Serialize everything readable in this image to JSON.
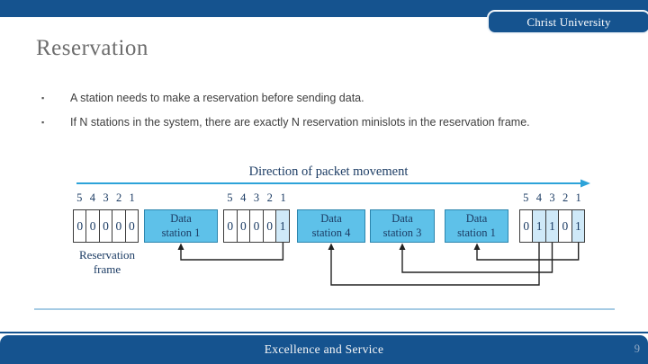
{
  "header": {
    "university": "Christ University"
  },
  "slide": {
    "title": "Reservation",
    "bullet_marker": "▪",
    "bullets": [
      "A station needs to make a reservation before sending data.",
      "If N stations in the system, there are exactly N reservation minislots in the reservation frame."
    ]
  },
  "diagram": {
    "direction_label": "Direction of packet movement",
    "minislot_index_labels": [
      "5",
      "4",
      "3",
      "2",
      "1"
    ],
    "frames": [
      {
        "slots": [
          "0",
          "0",
          "0",
          "0",
          "0"
        ],
        "reserved": [
          false,
          false,
          false,
          false,
          false
        ]
      },
      {
        "slots": [
          "0",
          "0",
          "0",
          "0",
          "1"
        ],
        "reserved": [
          false,
          false,
          false,
          false,
          true
        ]
      },
      {
        "slots": [
          "0",
          "1",
          "1",
          "0",
          "1"
        ],
        "reserved": [
          false,
          true,
          true,
          false,
          true
        ]
      }
    ],
    "stations": [
      {
        "line1": "Data",
        "line2": "station 1"
      },
      {
        "line1": "Data",
        "line2": "station 4"
      },
      {
        "line1": "Data",
        "line2": "station 3"
      },
      {
        "line1": "Data",
        "line2": "station 1"
      }
    ],
    "reservation_frame_label": {
      "line1": "Reservation",
      "line2": "frame"
    }
  },
  "footer": {
    "motto": "Excellence and Service",
    "page_number": "9"
  },
  "theme": {
    "navy": "#15538f",
    "title_gray": "#6d6d6d",
    "body_text": "#3d3d3d",
    "diagram_text": "#1c3c64",
    "station_fill": "#5ec1e9",
    "reserved_fill": "#cfe9f8",
    "arrow_blue": "#2da3d9",
    "connector": "#222222",
    "divider": "#a5cbe4",
    "page_number": "#93aac6"
  }
}
